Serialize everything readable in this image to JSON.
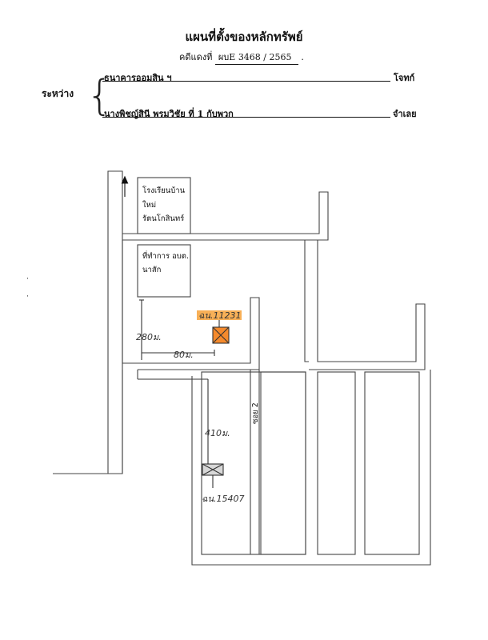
{
  "title": "แผนที่ตั้งของหลักทรัพย์",
  "case": {
    "label": "คดีแดงที่",
    "number": "ผบE 3468 / 2565",
    "suffix": "."
  },
  "parties": {
    "between_label": "ระหว่าง",
    "plaintiff": {
      "name": "ธนาคารออมสิน ฯ",
      "role": "โจทก์"
    },
    "defendant": {
      "name": "นางพิชญ์สินี พรมวิชัย  ที่ 1 กับพวก",
      "role": "จำเลย"
    }
  },
  "map": {
    "school_label": [
      "โรงเรียนบ้าน",
      "ใหม่",
      "รัตนโกสินทร์"
    ],
    "office_label": [
      "ที่ทำการ อบต.",
      "นาสัก"
    ],
    "soi_label": "ซอย 2",
    "dist_280": "280ม.",
    "dist_80": "80ม.",
    "dist_410": "410ม.",
    "parcel_1": "ฉน.11231",
    "parcel_2": "ฉน.15407",
    "highlight_color": "#f7a23a",
    "parcel_1_fill": "#f58a2c",
    "north_arrow": "north-arrow"
  }
}
